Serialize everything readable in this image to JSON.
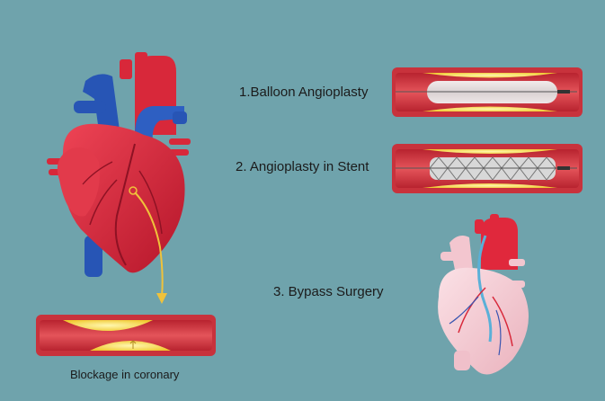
{
  "labels": {
    "balloon": "1.Balloon Angioplasty",
    "stent": "2. Angioplasty in Stent",
    "bypass": "3. Bypass Surgery",
    "blockage": "Blockage in coronary"
  },
  "colors": {
    "background": "#6fa3ac",
    "vessel_wall": "#c8323c",
    "vessel_lumen": "#e8585c",
    "plaque": "#f2d23a",
    "heart_red": "#d8283a",
    "heart_blue": "#2755b5",
    "pink_heart": "#f3c6cf",
    "arrow": "#f0c23a"
  }
}
